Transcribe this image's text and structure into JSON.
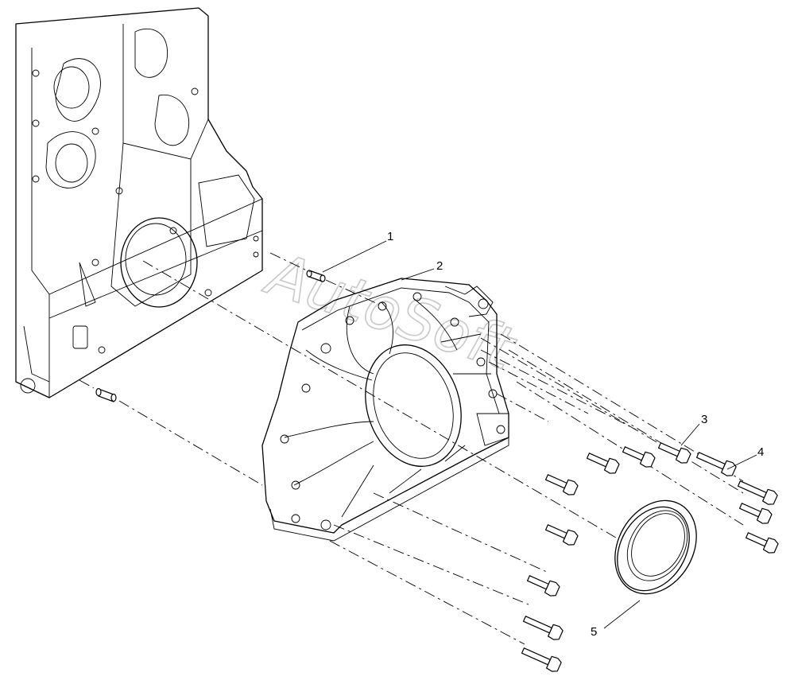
{
  "watermark": "AutoSoft",
  "callouts": {
    "c1": "1",
    "c2": "2",
    "c3": "3",
    "c4": "4",
    "c5": "5"
  }
}
